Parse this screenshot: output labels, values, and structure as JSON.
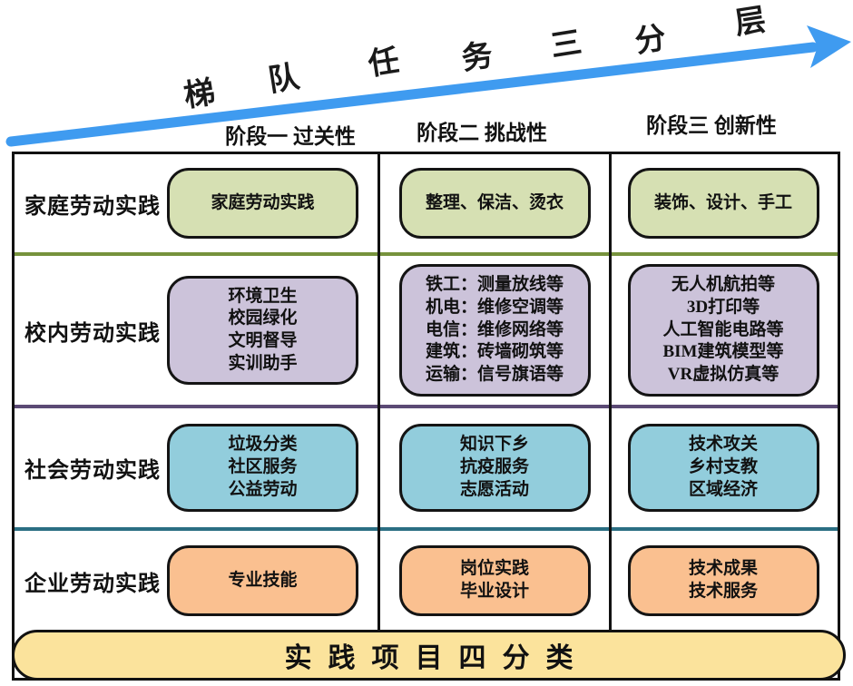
{
  "arrow": {
    "chars": [
      "梯",
      "队",
      "任",
      "务",
      "三",
      "分",
      "层"
    ],
    "color": "#3f9bf0"
  },
  "headers": [
    "阶段一 过关性",
    "阶段二 挑战性",
    "阶段三 创新性"
  ],
  "rows": [
    {
      "label": "家庭劳动实践",
      "fill": "#d6e0b3",
      "separator": "#76923c",
      "cells": [
        "家庭劳动实践",
        "整理、保洁、烫衣",
        "装饰、设计、手工"
      ]
    },
    {
      "label": "校内劳动实践",
      "fill": "#ccc3da",
      "separator": "#5b4a75",
      "cells": [
        "环境卫生\n校园绿化\n文明督导\n实训助手",
        "铁工：测量放线等\n机电：维修空调等\n电信：维修网络等\n建筑：砖墙砌筑等\n运输：信号旗语等",
        "无人机航拍等\n3D打印等\n人工智能电路等\nBIM建筑模型等\nVR虚拟仿真等"
      ]
    },
    {
      "label": "社会劳动实践",
      "fill": "#92cddc",
      "separator": "#2b6e83",
      "cells": [
        "垃圾分类\n社区服务\n公益劳动",
        "知识下乡\n抗疫服务\n志愿活动",
        "技术攻关\n乡村支教\n区域经济"
      ]
    },
    {
      "label": "企业劳动实践",
      "fill": "#fac090",
      "separator": "",
      "cells": [
        "专业技能",
        "岗位实践\n毕业设计",
        "技术成果\n技术服务"
      ]
    }
  ],
  "banner": {
    "text": "实践项目四分类",
    "fill": "#fbe39c"
  }
}
